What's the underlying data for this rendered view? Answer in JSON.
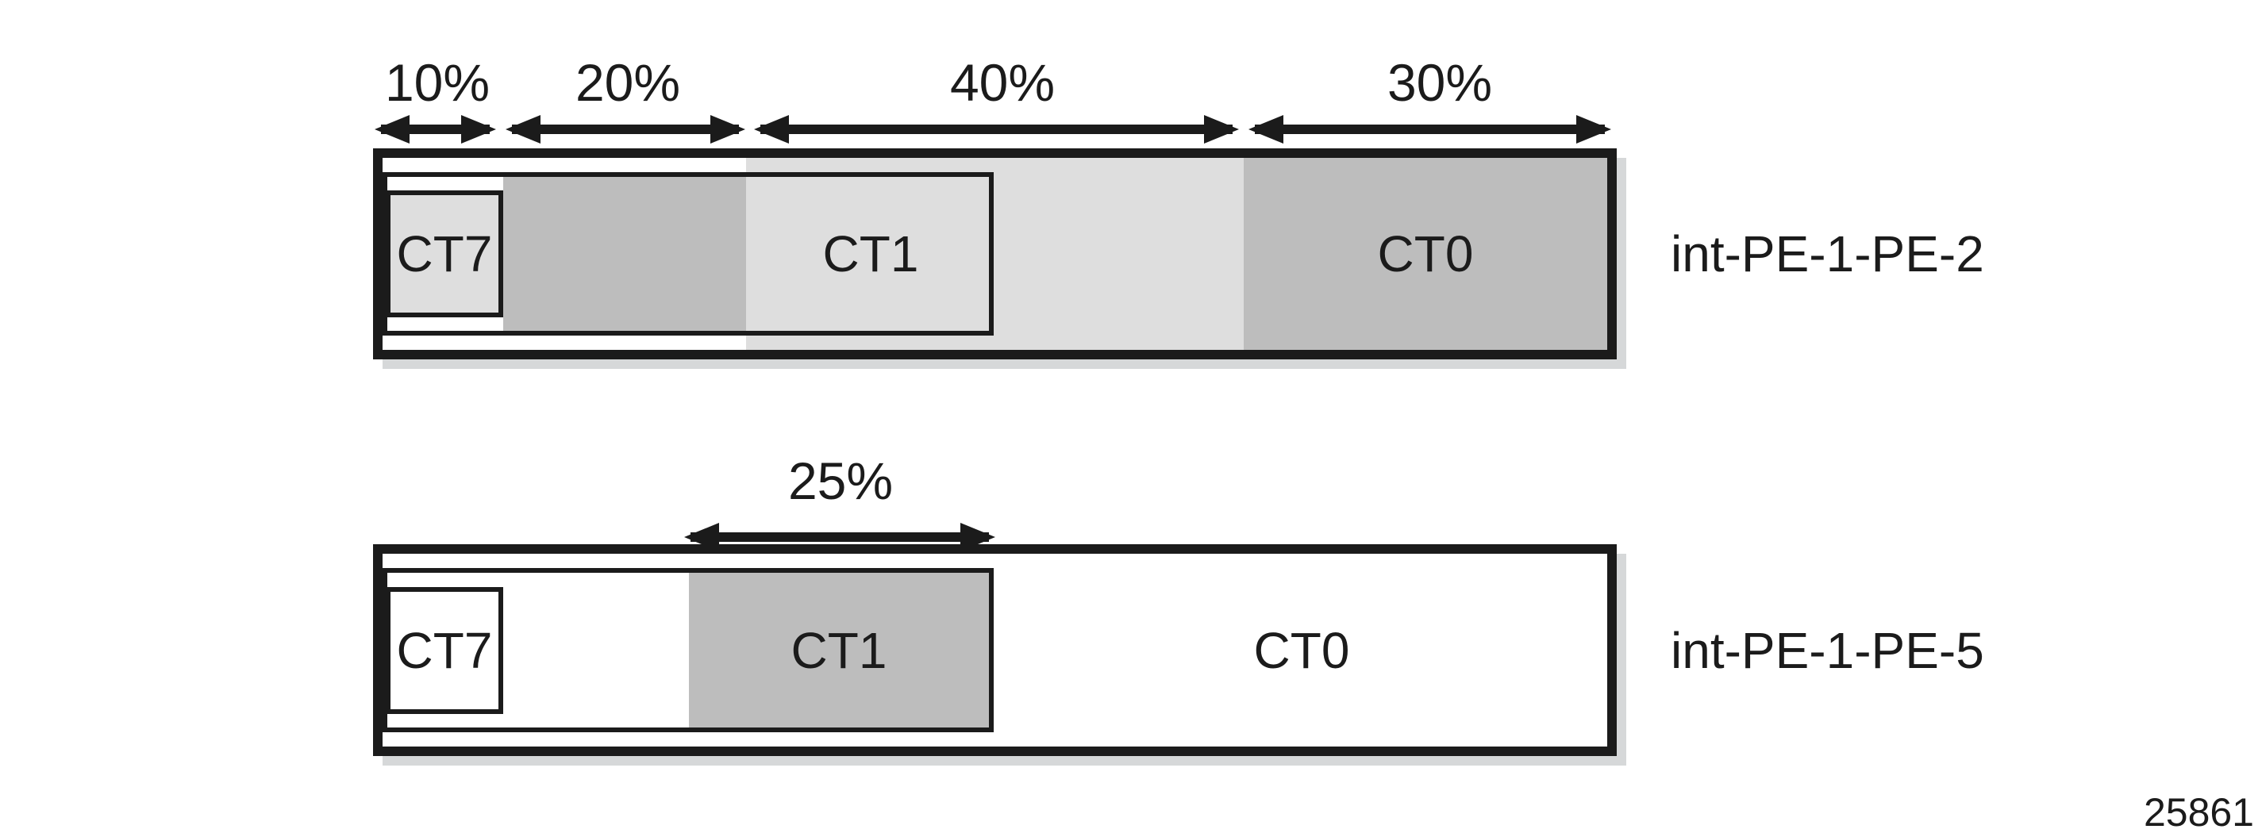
{
  "diagram": {
    "description": "Bandwidth constraint allocation per class type on two interfaces",
    "figure_number": "25861",
    "colors": {
      "line_black": "#1b1b1b",
      "light_gray": "#dedede",
      "medium_gray": "#bdbdbd",
      "shadow_gray": "#d6d8d9"
    },
    "bar1": {
      "interface_label": "int-PE-1-PE-2",
      "pct10": "10%",
      "pct20": "20%",
      "pct40": "40%",
      "pct30": "30%",
      "ct7": "CT7",
      "ct1": "CT1",
      "ct0": "CT0",
      "allocations": [
        {
          "percent": 10,
          "class_type": "CT7"
        },
        {
          "percent": 20,
          "class_type": ""
        },
        {
          "percent": 40,
          "class_type": "CT1"
        },
        {
          "percent": 30,
          "class_type": "CT0"
        }
      ]
    },
    "bar2": {
      "interface_label": "int-PE-1-PE-5",
      "pct25": "25%",
      "ct7": "CT7",
      "ct1": "CT1",
      "ct0": "CT0",
      "allocations": [
        {
          "percent": 25,
          "class_type": "CT1"
        }
      ]
    }
  }
}
